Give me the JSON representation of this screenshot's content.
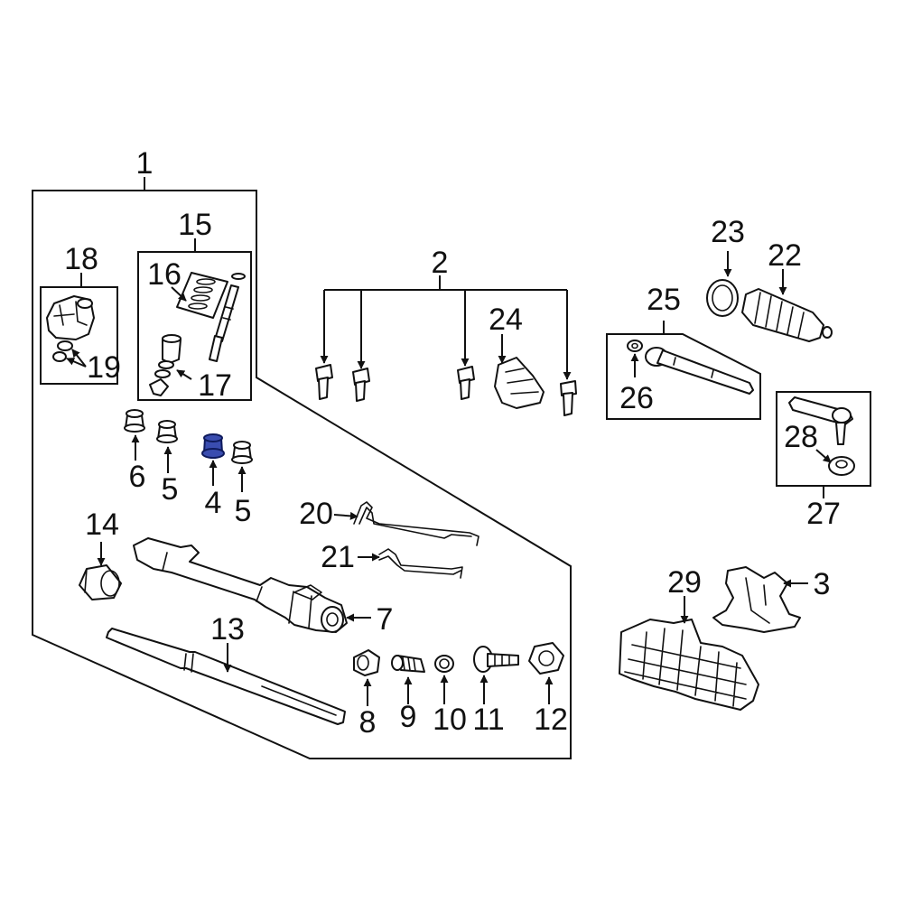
{
  "diagram": {
    "highlight_color": "#3a4db0",
    "labels": {
      "p1": "1",
      "p2": "2",
      "p3": "3",
      "p4": "4",
      "p5a": "5",
      "p5b": "5",
      "p6": "6",
      "p7": "7",
      "p8": "8",
      "p9": "9",
      "p10": "10",
      "p11": "11",
      "p12": "12",
      "p13": "13",
      "p14": "14",
      "p15": "15",
      "p16": "16",
      "p17": "17",
      "p18": "18",
      "p19": "19",
      "p20": "20",
      "p21": "21",
      "p22": "22",
      "p23": "23",
      "p24": "24",
      "p25": "25",
      "p26": "26",
      "p27": "27",
      "p28": "28",
      "p29": "29"
    }
  }
}
